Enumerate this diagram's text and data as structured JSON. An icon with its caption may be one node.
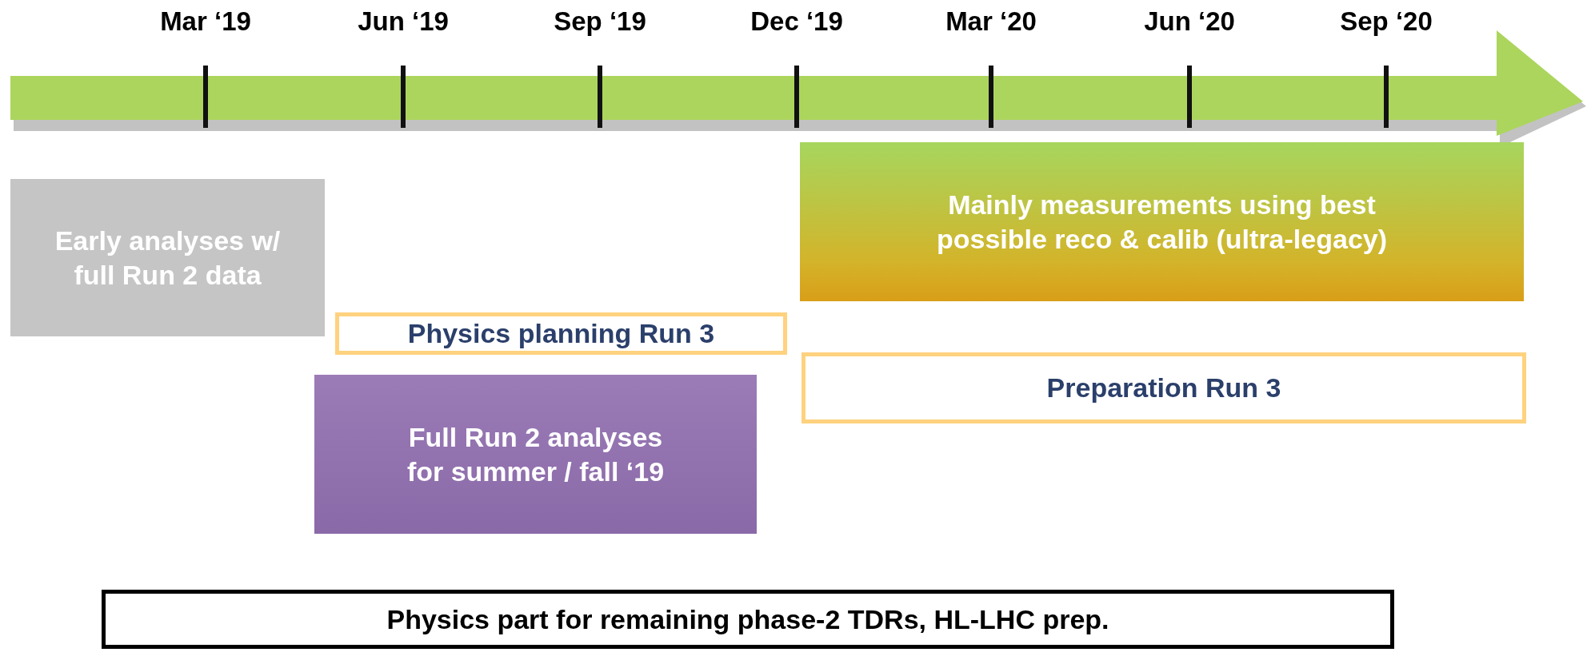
{
  "diagram": {
    "nodes": [
      {
        "text": [
          "Early analyses w/ full Run 2 data"
        ]
      },
      {
        "text": [
          "Physics planning Run 3"
        ]
      },
      {
        "text": [
          "Full Run 2 analyses for summer / fall ‘19"
        ]
      },
      {
        "text": [
          "Mainly measurements using best possible reco & calib (ultra-legacy)"
        ]
      },
      {
        "text": [
          "Preparation Run 3"
        ]
      },
      {
        "text": [
          "Physics part for remaining phase-2 TDRs, HL-LHC prep."
        ]
      }
    ],
    "edges": [],
    "labels": [
      "Mar ‘19",
      "Jun ‘19",
      "Sep ‘19",
      "Dec ‘19",
      "Mar ‘20",
      "Jun ‘20",
      "Sep ‘20"
    ]
  }
}
